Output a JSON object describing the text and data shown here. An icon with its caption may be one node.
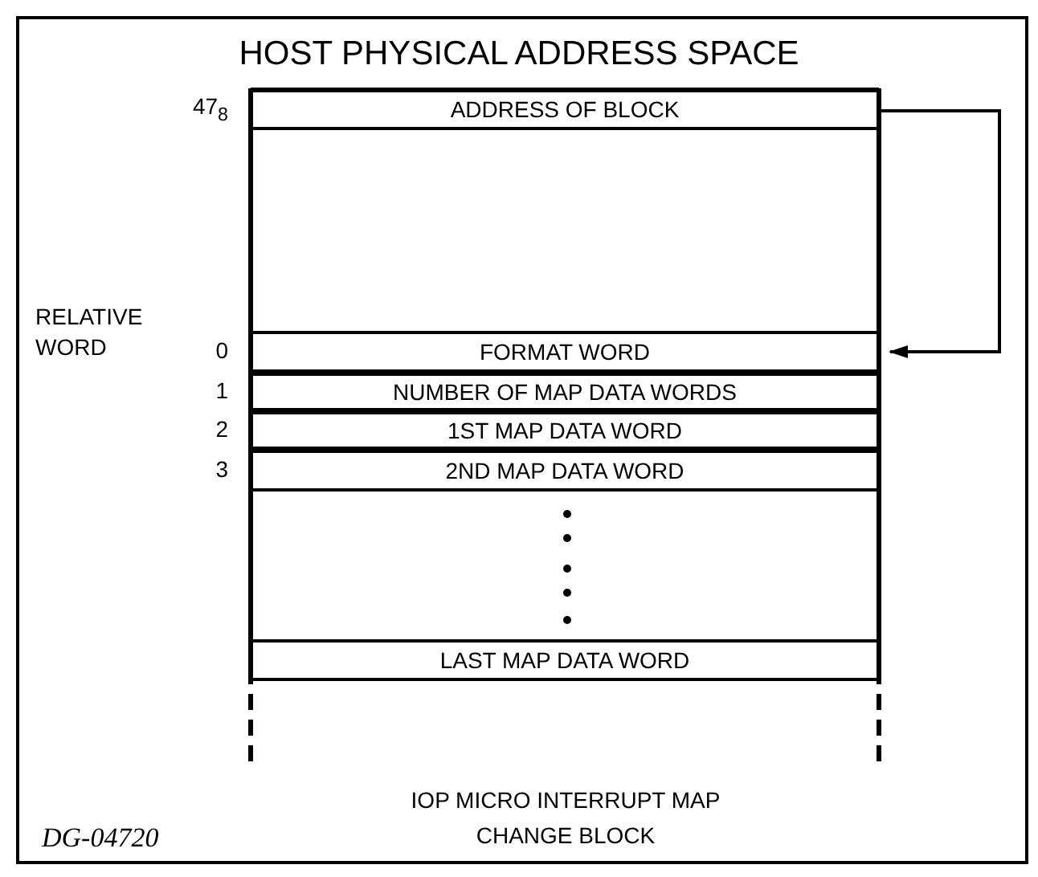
{
  "diagram": {
    "title": "HOST PHYSICAL ADDRESS SPACE",
    "caption": "IOP MICRO INTERRUPT MAP CHANGE BLOCK",
    "nodes": [
      {
        "text": [
          "ADDRESS OF BLOCK"
        ]
      },
      {
        "text": [
          "FORMAT WORD"
        ]
      },
      {
        "text": [
          "NUMBER OF MAP DATA WORDS"
        ]
      },
      {
        "text": [
          "1ST MAP DATA WORD"
        ]
      },
      {
        "text": [
          "2ND MAP DATA WORD"
        ]
      },
      {
        "text": [
          "LAST MAP DATA WORD"
        ]
      }
    ],
    "edges": [
      {
        "from": 0,
        "to": 1,
        "arrow": "to"
      }
    ],
    "labels": [
      "47$_{8}$",
      "RELATIVE WORD",
      "0",
      "1",
      "2",
      "3",
      "DG-04720"
    ]
  }
}
